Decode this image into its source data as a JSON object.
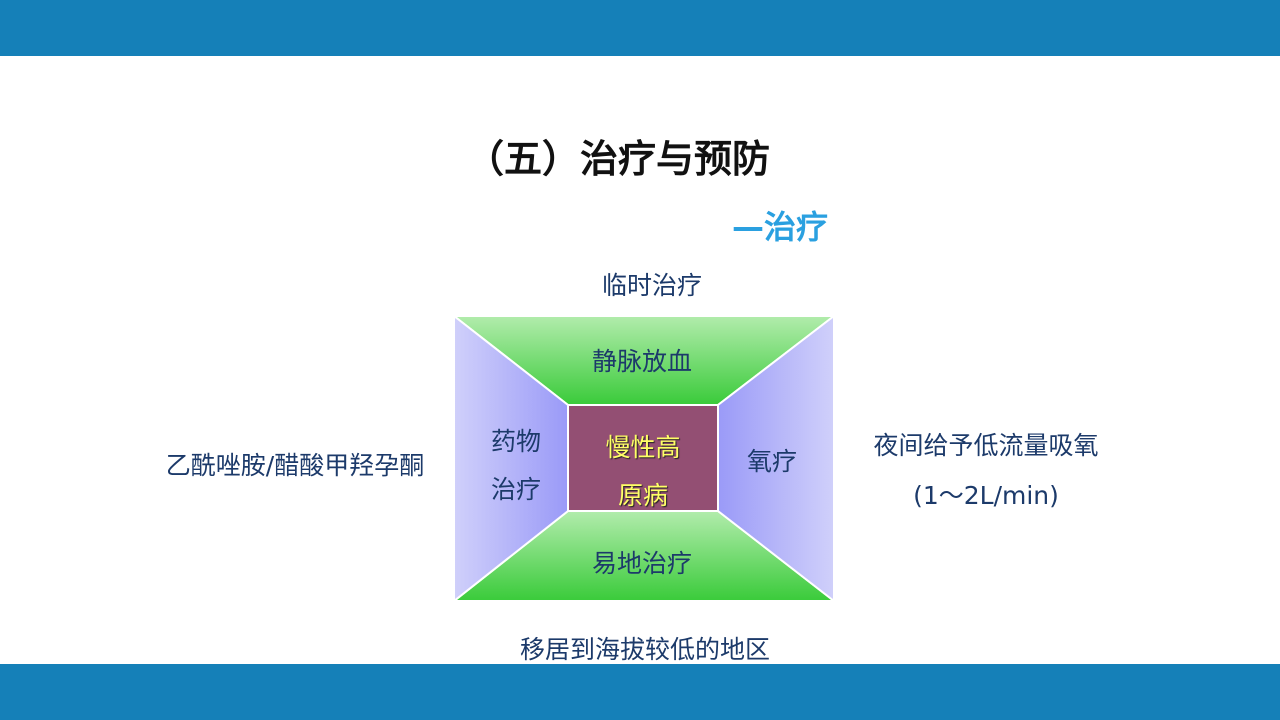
{
  "slide": {
    "title": "（五）治疗与预防",
    "subtitle": "—治疗"
  },
  "diagram": {
    "outer_labels": {
      "top": "临时治疗",
      "bottom": "移居到海拔较低的地区",
      "left": "乙酰唑胺/醋酸甲羟孕酮",
      "right_line1": "夜间给予低流量吸氧",
      "right_line2": "(1～2L/min)"
    },
    "segments": {
      "top": "静脉放血",
      "bottom": "易地治疗",
      "left_line1": "药物",
      "left_line2": "治疗",
      "right": "氧疗"
    },
    "center": {
      "line1": "慢性高",
      "line2": "原病"
    },
    "colors": {
      "band": "#1580b8",
      "subtitle": "#2aa0e0",
      "center_fill": "#934f73",
      "green_light": "#b2ecac",
      "green_dark": "#3acb3a",
      "purple_light": "#d0d0fa",
      "purple_dark": "#9a9af8",
      "text": "#1c3a6a",
      "center_text": "#ffff66"
    }
  }
}
